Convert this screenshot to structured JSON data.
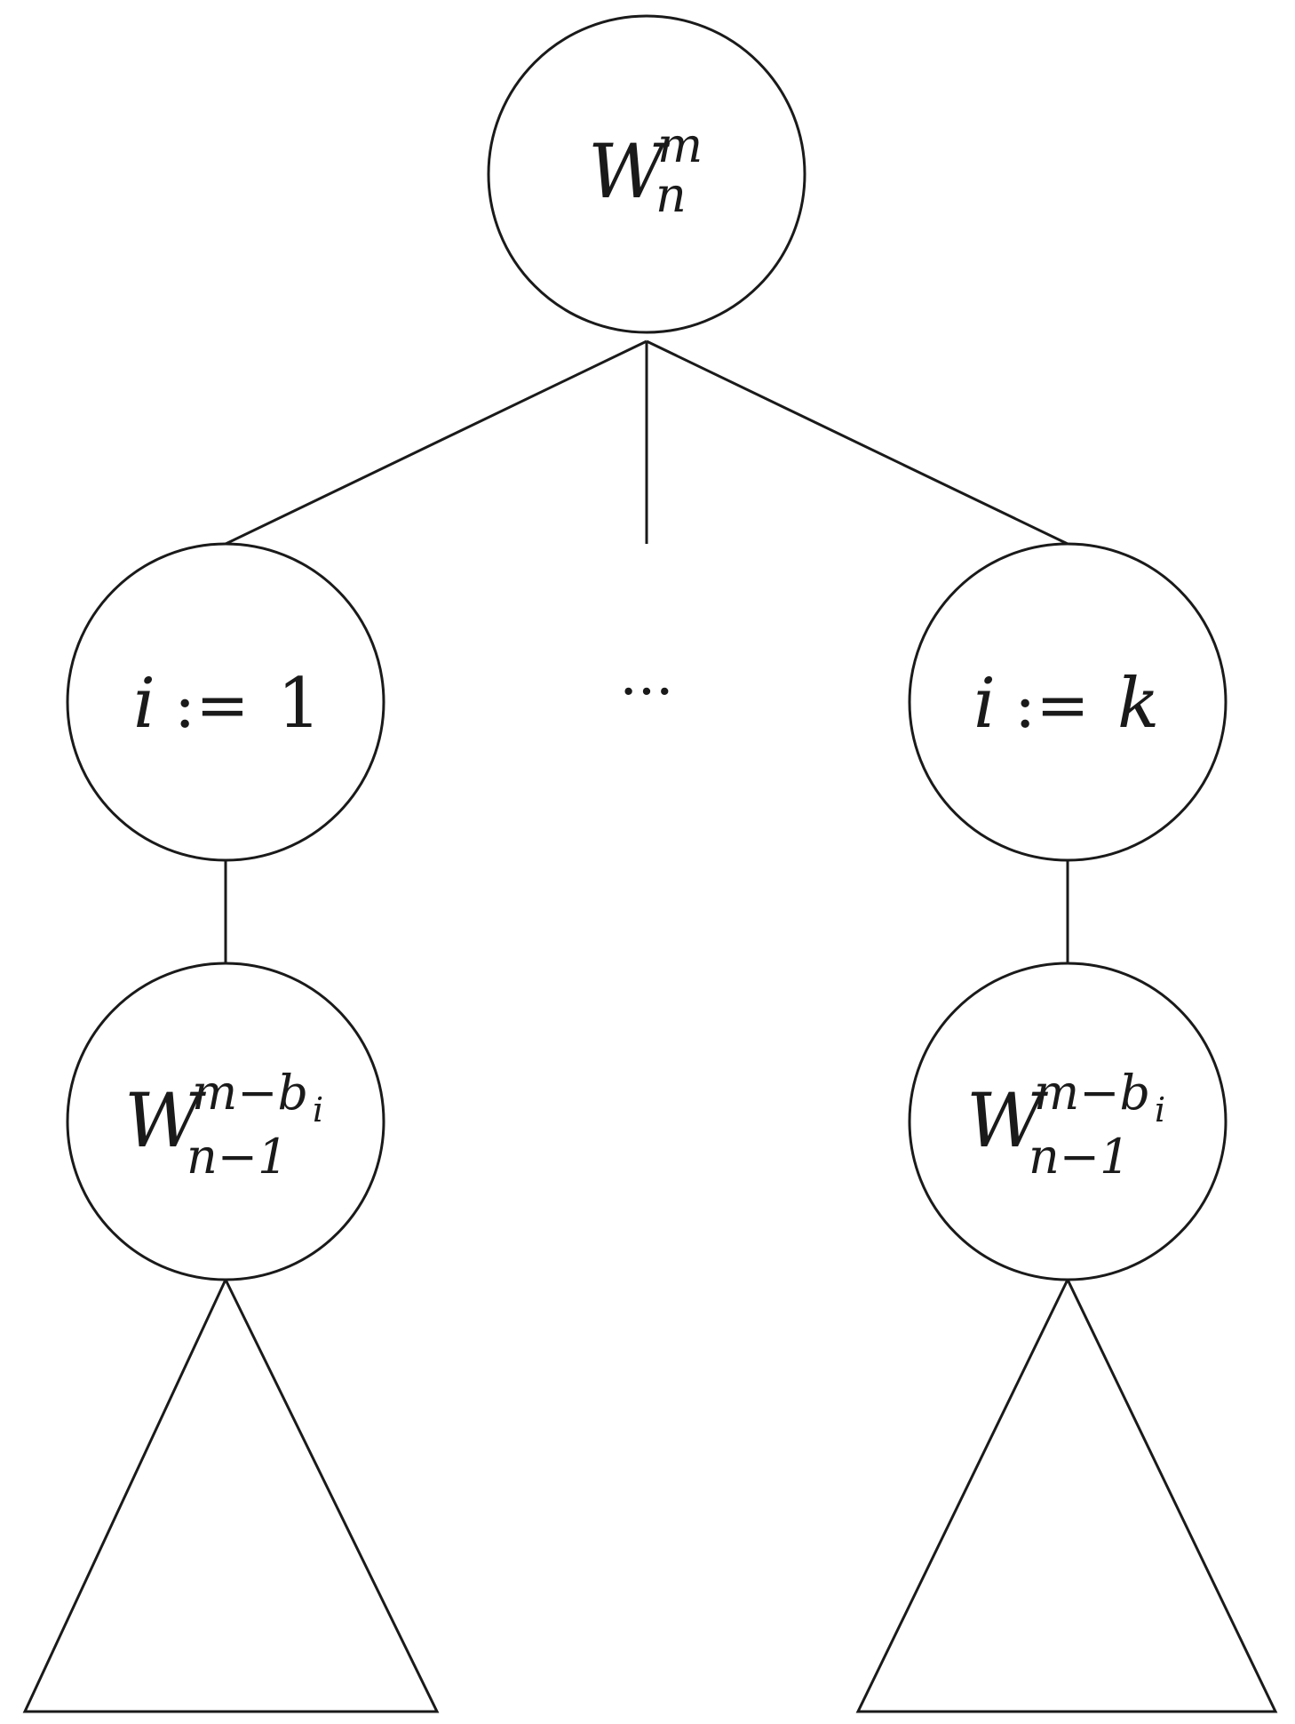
{
  "nodes": {
    "root": {
      "base": "W",
      "sub": "n",
      "sup": "m"
    },
    "choice_1": {
      "i": "i",
      "op": ":=",
      "value": "1"
    },
    "ellipsis": {
      "text": "···"
    },
    "choice_k": {
      "i": "i",
      "op": ":=",
      "value": "k"
    },
    "child_1": {
      "base": "W",
      "sub": "n−1",
      "sup_main": "m−b",
      "sup_sub": "i"
    },
    "child_k": {
      "base": "W",
      "sub": "n−1",
      "sup_main": "m−b",
      "sup_sub": "i"
    }
  }
}
